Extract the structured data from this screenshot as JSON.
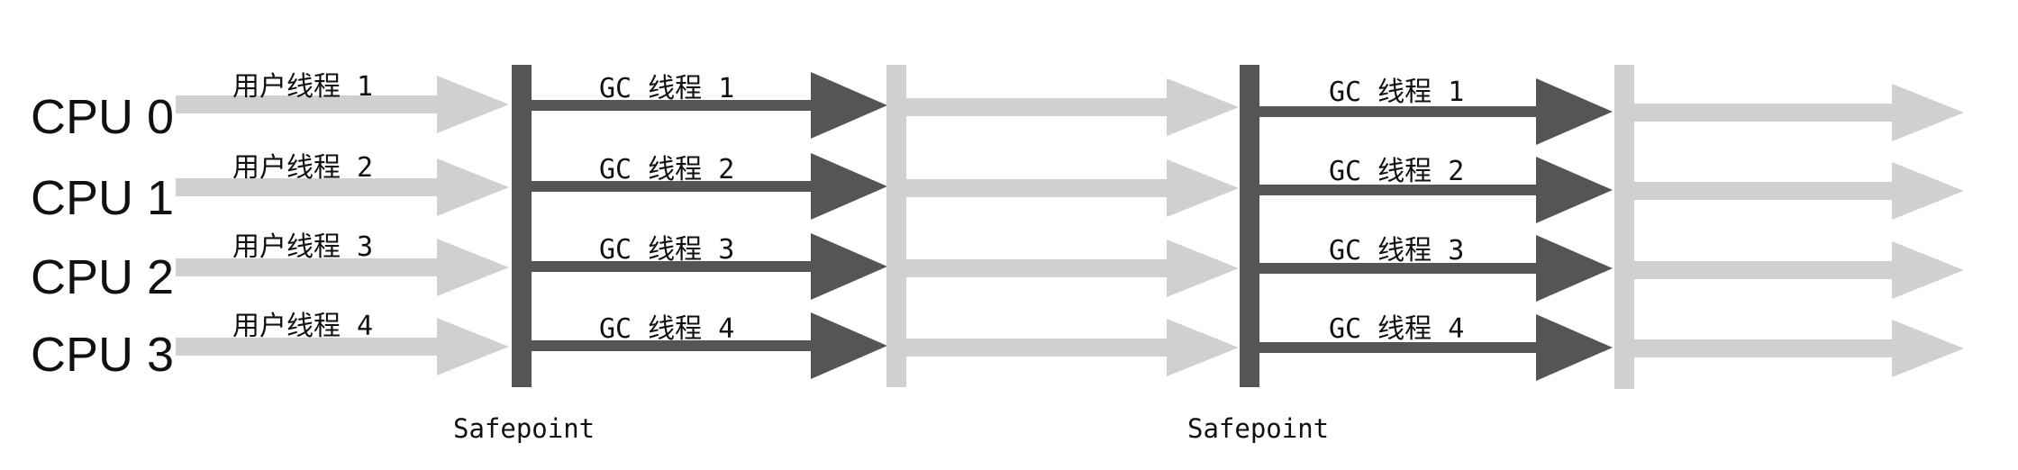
{
  "colors": {
    "user_thread": "#d0d0d0",
    "gc_thread": "#555555",
    "safepoint_bar": "#555555",
    "resume_bar": "#d0d0d0",
    "text": "#111111",
    "background": "#ffffff"
  },
  "rows": [
    {
      "cpu": "CPU 0",
      "user_thread": "用户线程 1",
      "gc_thread": "GC 线程 1"
    },
    {
      "cpu": "CPU 1",
      "user_thread": "用户线程 2",
      "gc_thread": "GC 线程 2"
    },
    {
      "cpu": "CPU 2",
      "user_thread": "用户线程 3",
      "gc_thread": "GC 线程 3"
    },
    {
      "cpu": "CPU 3",
      "user_thread": "用户线程 4",
      "gc_thread": "GC 线程 4"
    }
  ],
  "safepoints": [
    {
      "label": "Safepoint"
    },
    {
      "label": "Safepoint"
    }
  ]
}
